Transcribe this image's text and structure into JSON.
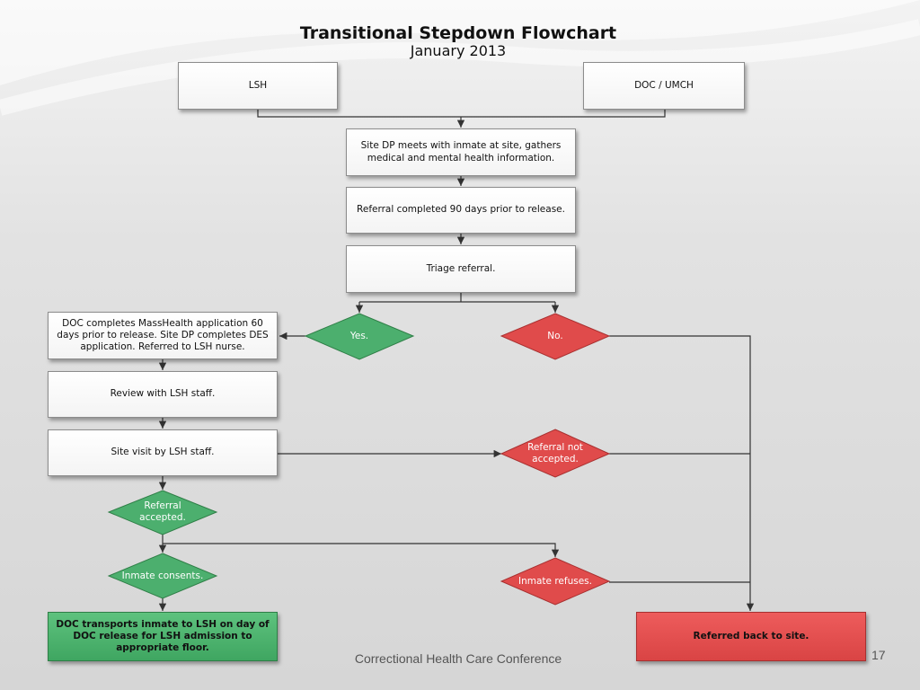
{
  "title": "Transitional Stepdown Flowchart",
  "subtitle": "January 2013",
  "colors": {
    "green": "#4caf6e",
    "red": "#e04b4b",
    "line": "#333333"
  },
  "nodes": {
    "lsh": "LSH",
    "doc_umch": "DOC / UMCH",
    "site_dp_meets": "Site DP meets with inmate at site, gathers medical and mental health information.",
    "referral_completed": "Referral completed 90 days prior to release.",
    "triage_referral": "Triage referral.",
    "yes": "Yes.",
    "no": "No.",
    "doc_completes": "DOC completes MassHealth application 60 days prior to release. Site DP completes DES application. Referred to LSH nurse.",
    "review_lsh_staff": "Review with LSH staff.",
    "site_visit": "Site visit by LSH staff.",
    "referral_not_accepted": "Referral not accepted.",
    "referral_accepted": "Referral accepted.",
    "inmate_consents": "Inmate consents.",
    "inmate_refuses": "Inmate refuses.",
    "doc_transports": "DOC transports inmate to LSH on day of DOC release for LSH admission to appropriate floor.",
    "referred_back": "Referred back to site."
  },
  "footer": "Correctional Health Care Conference",
  "slide_number": "17"
}
